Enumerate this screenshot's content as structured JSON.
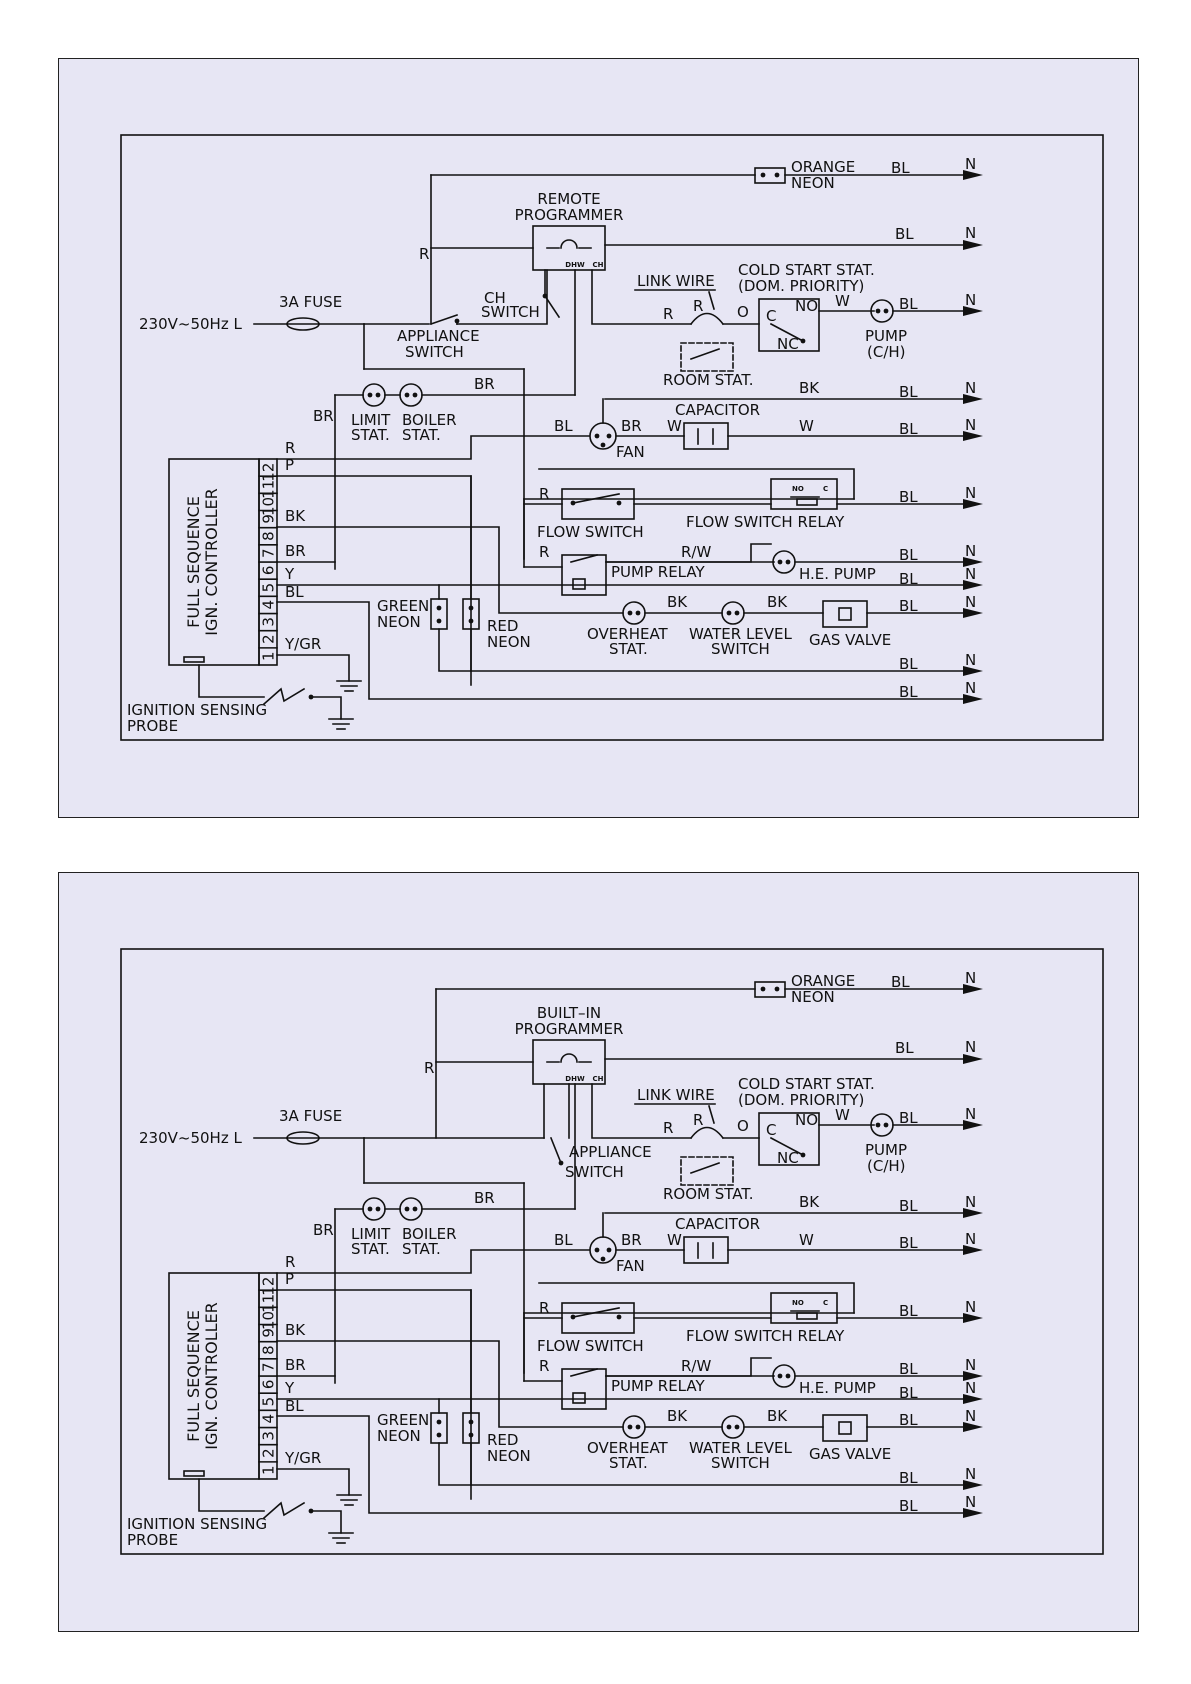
{
  "colors": {
    "panel": "#e7e6f4",
    "line": "#111111"
  },
  "diagrams": [
    {
      "programmer": [
        "REMOTE",
        "PROGRAMMER"
      ],
      "programmer_terminals": [
        "DHW",
        "CH"
      ],
      "supply": "230V~50Hz  L",
      "fuse": "3A  FUSE",
      "appliance_switch": [
        "APPLIANCE",
        "SWITCH"
      ],
      "ch_switch": [
        "CH",
        "SWITCH"
      ],
      "has_ch_switch": true,
      "orange_neon": [
        "ORANGE",
        "NEON"
      ],
      "link_wire": "LINK  WIRE",
      "cold_start": [
        "COLD  START  STAT.",
        "(DOM.  PRIORITY)"
      ],
      "no": "NO",
      "nc": "NC",
      "c": "C",
      "o": "O",
      "room_stat": "ROOM  STAT.",
      "pump_ch": [
        "PUMP",
        "(C/H)"
      ],
      "limit_stat": [
        "LIMIT",
        "STAT."
      ],
      "boiler_stat": [
        "BOILER",
        "STAT."
      ],
      "capacitor": "CAPACITOR",
      "fan": "FAN",
      "flow_switch": "FLOW  SWITCH",
      "flow_switch_relay": "FLOW  SWITCH  RELAY",
      "relay_no": "NO",
      "relay_c": "C",
      "pump_relay": "PUMP  RELAY",
      "he_pump": "H.E.  PUMP",
      "green_neon": [
        "GREEN",
        "NEON"
      ],
      "red_neon": [
        "RED",
        "NEON"
      ],
      "overheat": [
        "OVERHEAT",
        "STAT."
      ],
      "water_level": [
        "WATER  LEVEL",
        "SWITCH"
      ],
      "gas_valve": "GAS  VALVE",
      "controller": [
        "FULL  SEQUENCE",
        "IGN.  CONTROLLER"
      ],
      "terminals": [
        "12",
        "11",
        "10",
        "9",
        "8",
        "7",
        "6",
        "5",
        "4",
        "3",
        "2",
        "1"
      ],
      "ignition": [
        "IGNITION  SENSING",
        "PROBE"
      ],
      "wires": {
        "bl": "BL",
        "n": "N",
        "r": "R",
        "br": "BR",
        "w": "W",
        "bk": "BK",
        "p": "P",
        "y": "Y",
        "ygr": "Y/GR",
        "rw": "R/W"
      }
    },
    {
      "programmer": [
        "BUILT–IN",
        "PROGRAMMER"
      ],
      "programmer_terminals": [
        "DHW",
        "CH"
      ],
      "supply": "230V~50Hz  L",
      "fuse": "3A  FUSE",
      "appliance_switch": [
        "APPLIANCE",
        "SWITCH"
      ],
      "has_ch_switch": false,
      "orange_neon": [
        "ORANGE",
        "NEON"
      ],
      "link_wire": "LINK  WIRE",
      "cold_start": [
        "COLD  START  STAT.",
        "(DOM.  PRIORITY)"
      ],
      "no": "NO",
      "nc": "NC",
      "c": "C",
      "o": "O",
      "room_stat": "ROOM  STAT.",
      "pump_ch": [
        "PUMP",
        "(C/H)"
      ],
      "limit_stat": [
        "LIMIT",
        "STAT."
      ],
      "boiler_stat": [
        "BOILER",
        "STAT."
      ],
      "capacitor": "CAPACITOR",
      "fan": "FAN",
      "flow_switch": "FLOW  SWITCH",
      "flow_switch_relay": "FLOW  SWITCH  RELAY",
      "relay_no": "NO",
      "relay_c": "C",
      "pump_relay": "PUMP  RELAY",
      "he_pump": "H.E.  PUMP",
      "green_neon": [
        "GREEN",
        "NEON"
      ],
      "red_neon": [
        "RED",
        "NEON"
      ],
      "overheat": [
        "OVERHEAT",
        "STAT."
      ],
      "water_level": [
        "WATER  LEVEL",
        "SWITCH"
      ],
      "gas_valve": "GAS  VALVE",
      "controller": [
        "FULL  SEQUENCE",
        "IGN.  CONTROLLER"
      ],
      "terminals": [
        "12",
        "11",
        "10",
        "9",
        "8",
        "7",
        "6",
        "5",
        "4",
        "3",
        "2",
        "1"
      ],
      "ignition": [
        "IGNITION  SENSING",
        "PROBE"
      ],
      "wires": {
        "bl": "BL",
        "n": "N",
        "r": "R",
        "br": "BR",
        "w": "W",
        "bk": "BK",
        "p": "P",
        "y": "Y",
        "ygr": "Y/GR",
        "rw": "R/W"
      }
    }
  ]
}
